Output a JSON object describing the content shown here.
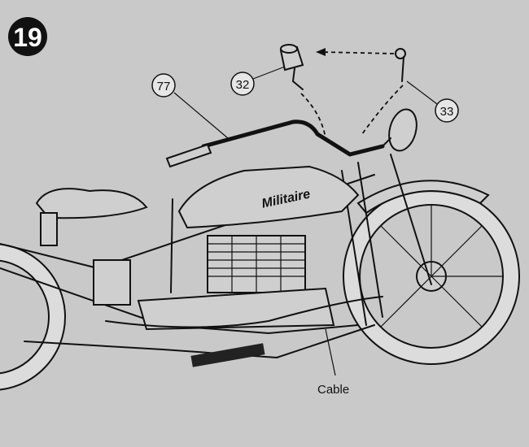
{
  "step": {
    "number": "19"
  },
  "callouts": [
    {
      "part": "77"
    },
    {
      "part": "32"
    },
    {
      "part": "33"
    }
  ],
  "labels": {
    "cable": "Cable"
  },
  "tank_logo": "Militaire",
  "colors": {
    "background": "#c9c9c9",
    "ink": "#111111"
  }
}
